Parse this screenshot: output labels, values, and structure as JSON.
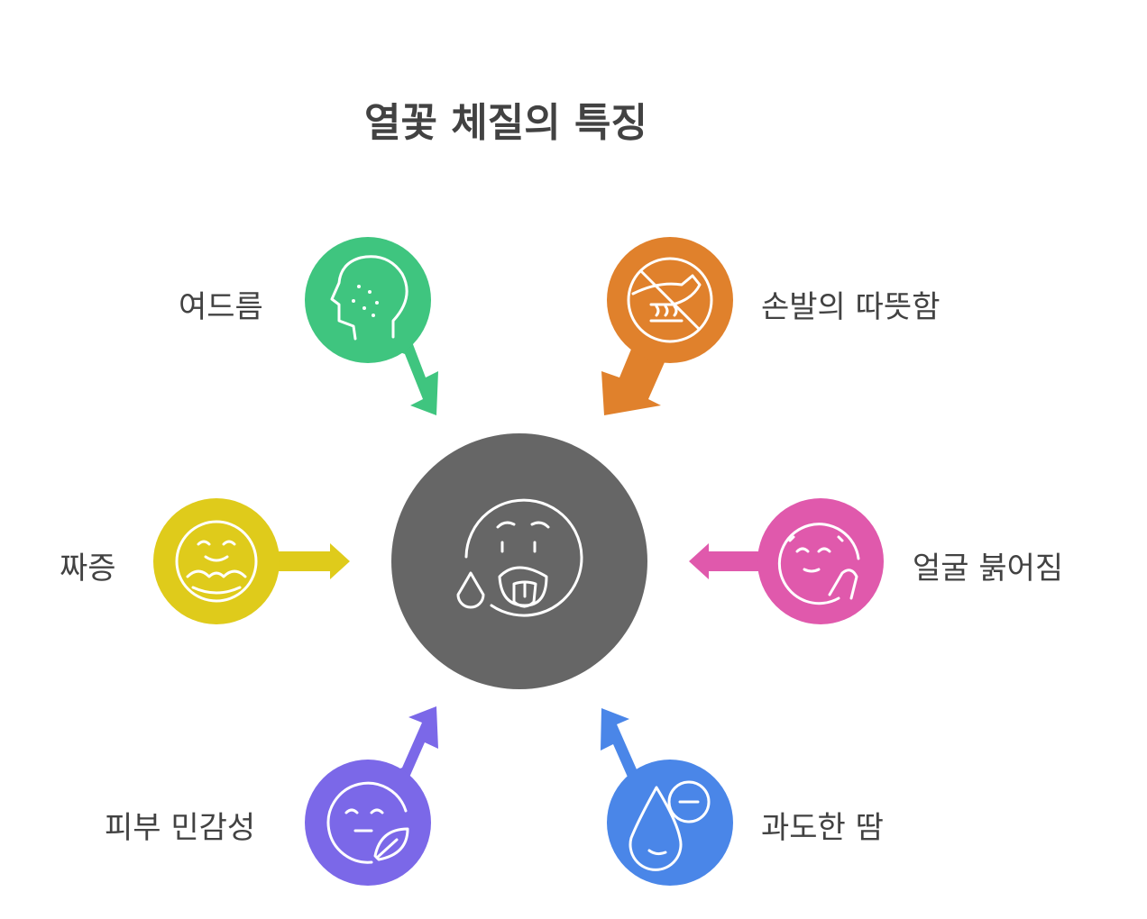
{
  "title": "열꽃 체질의 특징",
  "center": {
    "icon": "hot-face-tongue-icon",
    "color": "#666666"
  },
  "nodes": [
    {
      "label": "여드름",
      "icon": "acne-face-icon",
      "color": "#3FC57F"
    },
    {
      "label": "손발의 따뜻함",
      "icon": "warm-hand-icon",
      "color": "#E0812C"
    },
    {
      "label": "짜증",
      "icon": "irritated-face-icon",
      "color": "#DFCB1B"
    },
    {
      "label": "얼굴 붉어짐",
      "icon": "flushed-face-icon",
      "color": "#E059AC"
    },
    {
      "label": "피부 민감성",
      "icon": "sensitive-skin-icon",
      "color": "#7B68E8"
    },
    {
      "label": "과도한 땀",
      "icon": "sweat-drop-icon",
      "color": "#4A86E8"
    }
  ]
}
